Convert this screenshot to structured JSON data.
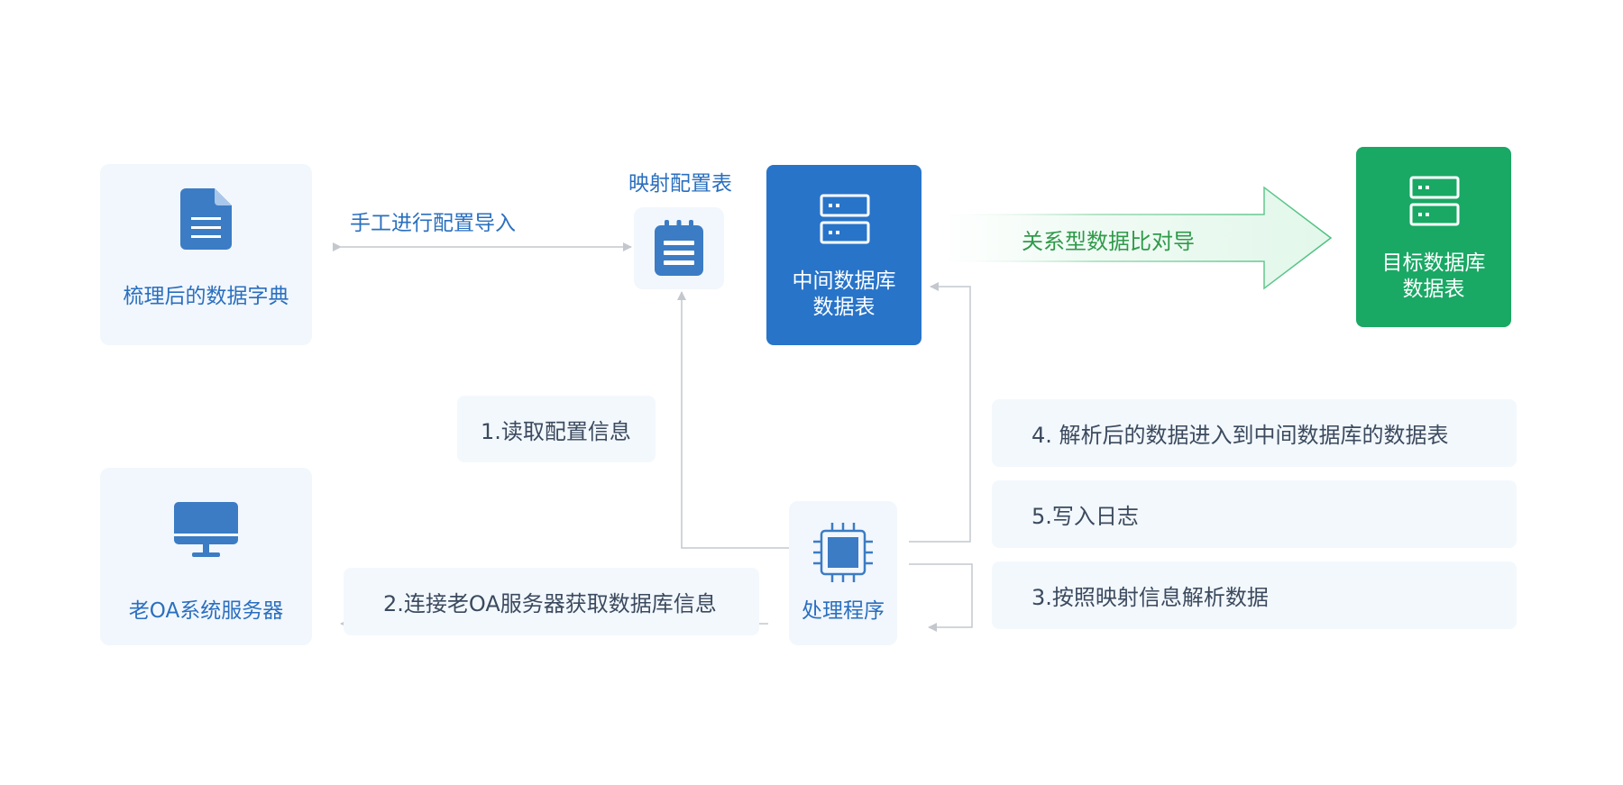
{
  "nodes": {
    "data_dictionary": {
      "label": "梳理后的数据字典",
      "icon": "document-icon"
    },
    "mapping_table": {
      "title": "映射配置表",
      "icon": "notepad-icon"
    },
    "middle_db": {
      "label_line1": "中间数据库",
      "label_line2": "数据表",
      "icon": "server-icon"
    },
    "target_db": {
      "label_line1": "目标数据库",
      "label_line2": "数据表",
      "icon": "server-icon"
    },
    "old_oa_server": {
      "label": "老OA系统服务器",
      "icon": "monitor-icon"
    },
    "processor": {
      "label": "处理程序",
      "icon": "cpu-chip-icon"
    }
  },
  "edges": {
    "manual_import": "手工进行配置导入",
    "relational_compare": "关系型数据比对导"
  },
  "steps": {
    "step1": "1.读取配置信息",
    "step2": "2.连接老OA服务器获取数据库信息",
    "step3": "3.按照映射信息解析数据",
    "step4": "4. 解析后的数据进入到中间数据库的数据表",
    "step5": "5.写入日志"
  },
  "colors": {
    "primary_blue": "#2874c9",
    "icon_blue": "#3b7cc4",
    "target_green": "#1aa865",
    "arrow_green": "#2f9a4a",
    "panel_bg": "#f2f7fd",
    "connector_gray": "#c4c8ce"
  }
}
